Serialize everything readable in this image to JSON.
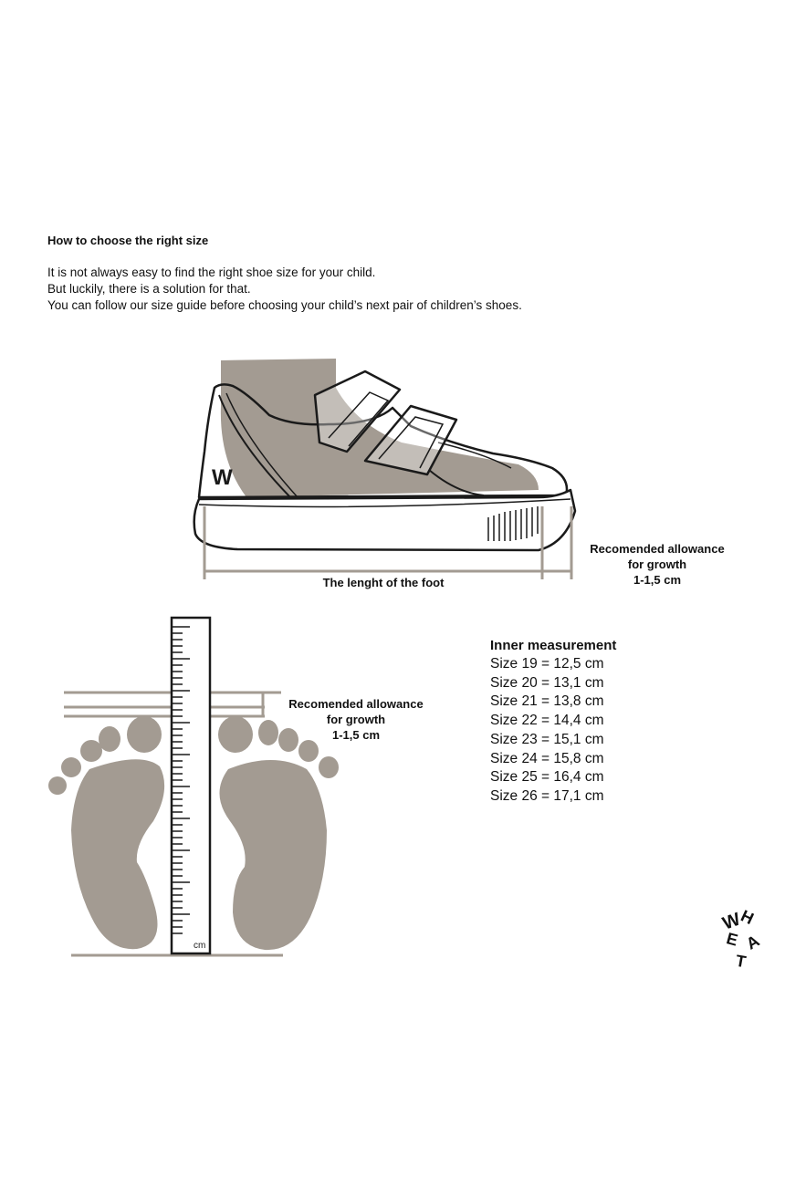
{
  "guide": {
    "heading": "How to choose the right size",
    "intro": [
      "It is not always easy to find the right shoe size for your child.",
      "But luckily, there is a solution for that.",
      "You can follow our size guide before choosing your child’s next pair of children’s shoes."
    ]
  },
  "shoe_diagram": {
    "logo_letter": "W",
    "foot_length_label": "The lenght of the foot",
    "allowance_label": [
      "Recomended allowance",
      "for growth",
      "1-1,5 cm"
    ]
  },
  "feet_diagram": {
    "ruler_unit": "cm",
    "allowance_label": [
      "Recomended allowance",
      "for growth",
      "1-1,5 cm"
    ]
  },
  "inner_measurement": {
    "title": "Inner measurement",
    "sizes": [
      "Size 19 = 12,5 cm",
      "Size 20 = 13,1 cm",
      "Size 21 = 13,8 cm",
      "Size 22 = 14,4 cm",
      "Size 23 = 15,1 cm",
      "Size 24 = 15,8 cm",
      "Size 25 = 16,4 cm",
      "Size 26 = 17,1 cm"
    ]
  },
  "brand": {
    "logo": "WHEAT"
  },
  "colors": {
    "foot_fill": "#a39b92",
    "line": "#1a1a1a",
    "measure_line": "#a39b92"
  }
}
